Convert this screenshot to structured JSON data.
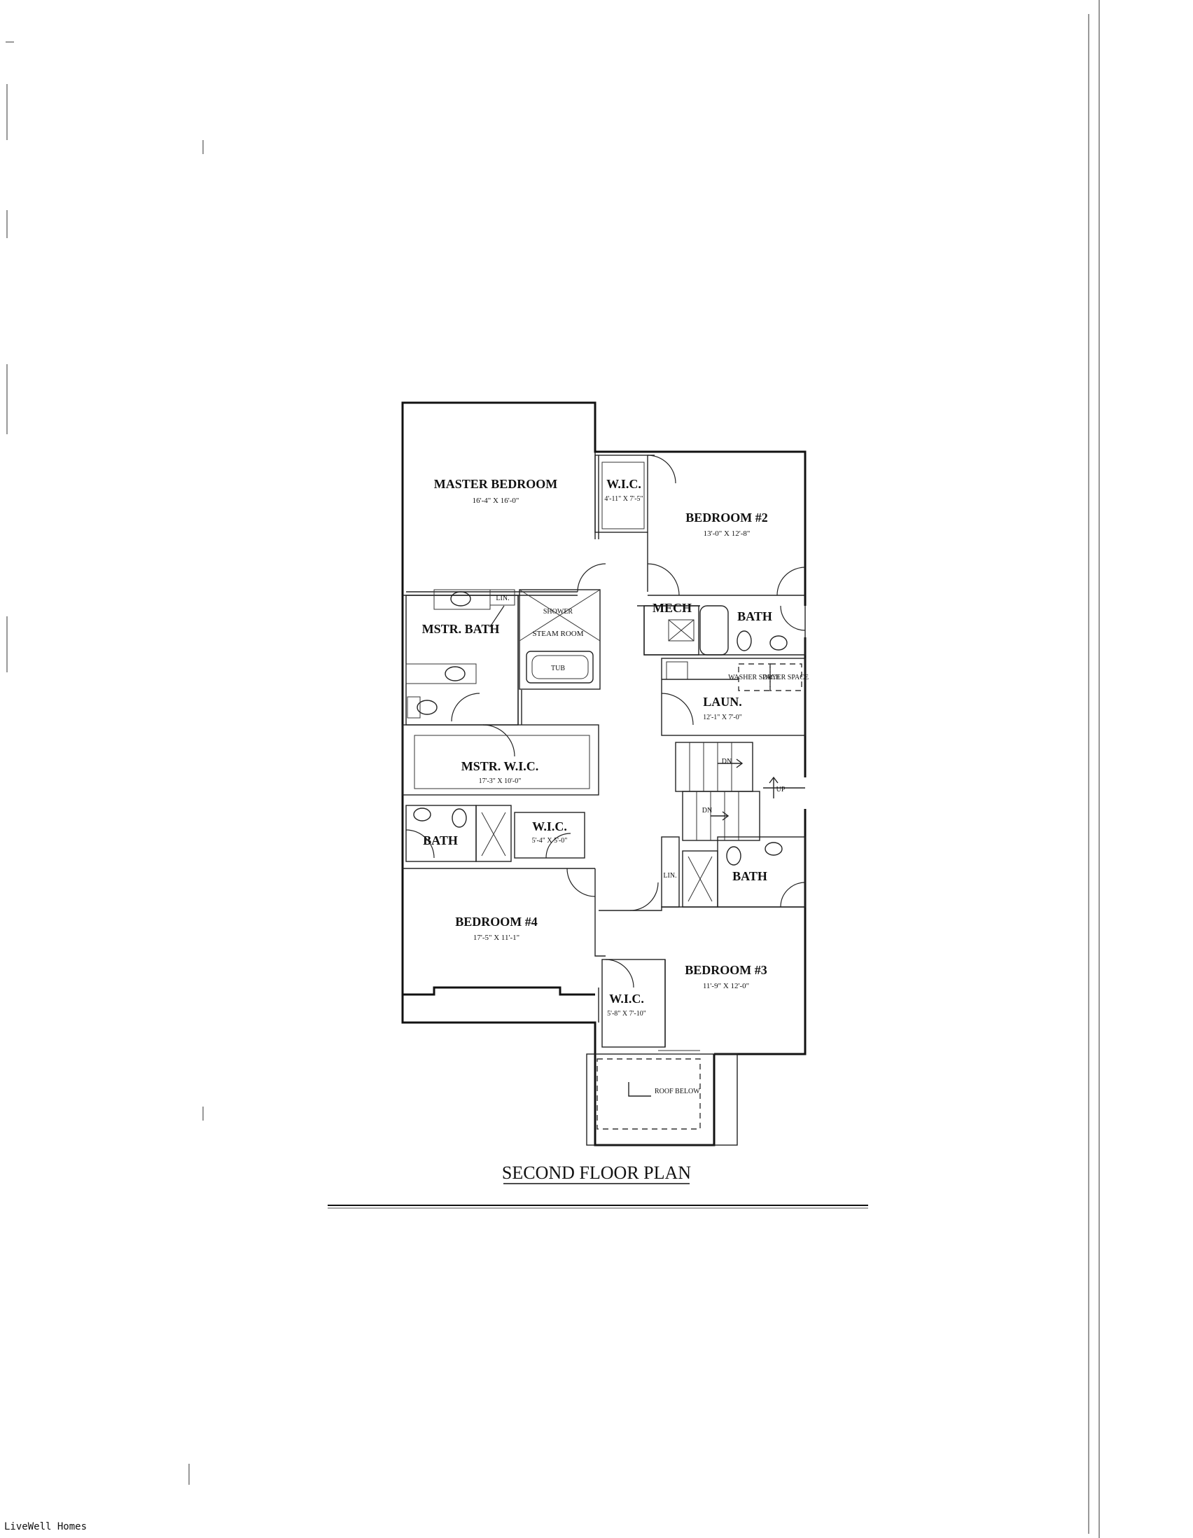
{
  "plan": {
    "title": "SECOND FLOOR PLAN",
    "rooms": {
      "master_bedroom": {
        "name": "MASTER BEDROOM",
        "dims": "16'-4\" X 16'-0\""
      },
      "wic_top": {
        "name": "W.I.C.",
        "dims": "4'-11\" X 7'-5\""
      },
      "bedroom2": {
        "name": "BEDROOM #2",
        "dims": "13'-0\" X 12'-8\""
      },
      "mstr_bath": {
        "name": "MSTR. BATH"
      },
      "lin_master": {
        "name": "LIN."
      },
      "shower": {
        "name": "SHOWER"
      },
      "steam_room": {
        "name": "STEAM ROOM"
      },
      "tub": {
        "name": "TUB"
      },
      "mech": {
        "name": "MECH"
      },
      "bath_bed2": {
        "name": "BATH"
      },
      "washer": {
        "name": "WASHER SPACE"
      },
      "dryer": {
        "name": "DRYER SPACE"
      },
      "laundry": {
        "name": "LAUN.",
        "dims": "12'-1\" X 7'-0\""
      },
      "mstr_wic": {
        "name": "MSTR. W.I.C.",
        "dims": "17'-3\" X 10'-0\""
      },
      "stair_dn_top": {
        "name": "DN"
      },
      "stair_dn_bottom": {
        "name": "DN"
      },
      "stair_up": {
        "name": "UP"
      },
      "bath_bed4": {
        "name": "BATH"
      },
      "wic_bed4": {
        "name": "W.I.C.",
        "dims": "5'-4\" X 5'-0\""
      },
      "lin_hall": {
        "name": "LIN."
      },
      "bath_bed3": {
        "name": "BATH"
      },
      "bedroom4": {
        "name": "BEDROOM #4",
        "dims": "17'-5\" X 11'-1\""
      },
      "bedroom3": {
        "name": "BEDROOM #3",
        "dims": "11'-9\" X 12'-0\""
      },
      "wic_bed3": {
        "name": "W.I.C.",
        "dims": "5'-8\" X 7'-10\""
      },
      "roof_below": {
        "name": "ROOF BELOW"
      }
    }
  },
  "footer": {
    "label": "LiveWell Homes"
  }
}
